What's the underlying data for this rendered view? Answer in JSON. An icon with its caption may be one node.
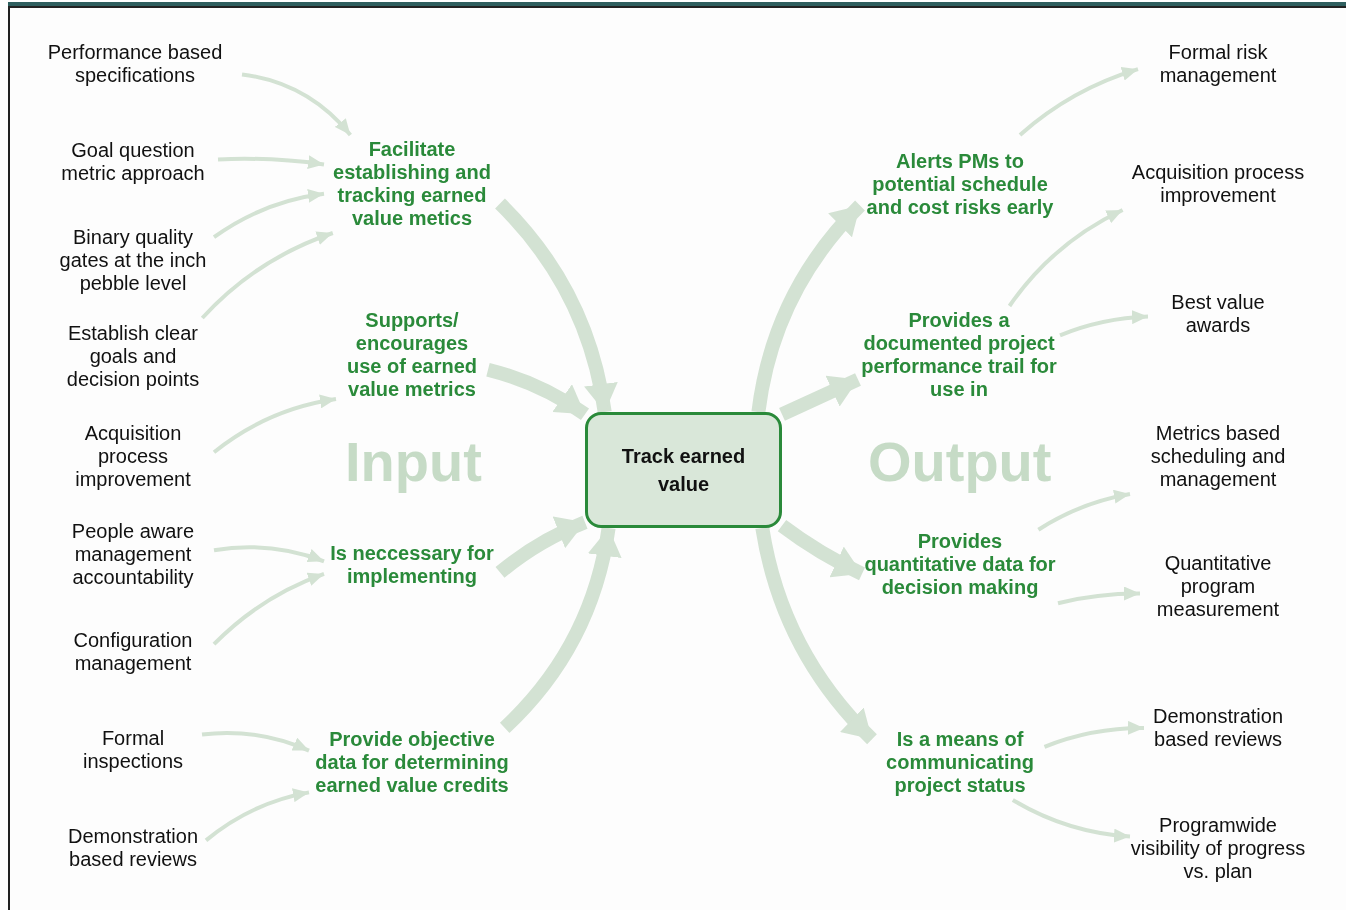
{
  "diagram": {
    "nodes": [
      {
        "text": [
          "Performance based specifications"
        ]
      },
      {
        "text": [
          "Goal question metric approach"
        ]
      },
      {
        "text": [
          "Binary quality gates at the inch pebble level"
        ]
      },
      {
        "text": [
          "Establish clear goals and decision points"
        ]
      },
      {
        "text": [
          "Acquisition process improvement"
        ]
      },
      {
        "text": [
          "People aware management accountability"
        ]
      },
      {
        "text": [
          "Configuration management"
        ]
      },
      {
        "text": [
          "Formal inspections"
        ]
      },
      {
        "text": [
          "Demonstration based reviews"
        ]
      },
      {
        "text": [
          "Facilitate establishing and tracking earned value metics"
        ]
      },
      {
        "text": [
          "Supports/ encourages use of earned value metrics"
        ]
      },
      {
        "text": [
          "Is neccessary for implementing"
        ]
      },
      {
        "text": [
          "Provide objective data for determining earned value credits"
        ]
      },
      {
        "text": [
          "Track earned value"
        ]
      },
      {
        "text": [
          "Alerts PMs to potential schedule and cost risks early"
        ]
      },
      {
        "text": [
          "Provides a documented project performance trail for use in"
        ]
      },
      {
        "text": [
          "Provides quantitative data for decision making"
        ]
      },
      {
        "text": [
          "Is a means of communicating project status"
        ]
      },
      {
        "text": [
          "Formal risk management"
        ]
      },
      {
        "text": [
          "Acquisition process improvement"
        ]
      },
      {
        "text": [
          "Best value awards"
        ]
      },
      {
        "text": [
          "Metrics based scheduling and management"
        ]
      },
      {
        "text": [
          "Quantitative program measurement"
        ]
      },
      {
        "text": [
          "Demonstration based reviews"
        ]
      },
      {
        "text": [
          "Programwide visibility of progress vs. plan"
        ]
      }
    ],
    "edges": [
      {
        "from": 0,
        "to": 9,
        "arrow": "to"
      },
      {
        "from": 1,
        "to": 9,
        "arrow": "to"
      },
      {
        "from": 2,
        "to": 9,
        "arrow": "to"
      },
      {
        "from": 3,
        "to": 9,
        "arrow": "to"
      },
      {
        "from": 4,
        "to": 10,
        "arrow": "to"
      },
      {
        "from": 5,
        "to": 11,
        "arrow": "to"
      },
      {
        "from": 6,
        "to": 11,
        "arrow": "to"
      },
      {
        "from": 7,
        "to": 12,
        "arrow": "to"
      },
      {
        "from": 8,
        "to": 12,
        "arrow": "to"
      },
      {
        "from": 9,
        "to": 13,
        "arrow": "to",
        "style": "thick"
      },
      {
        "from": 10,
        "to": 13,
        "arrow": "to",
        "style": "thick"
      },
      {
        "from": 11,
        "to": 13,
        "arrow": "to",
        "style": "thick"
      },
      {
        "from": 12,
        "to": 13,
        "arrow": "to",
        "style": "thick"
      },
      {
        "from": 13,
        "to": 14,
        "arrow": "to",
        "style": "thick"
      },
      {
        "from": 13,
        "to": 15,
        "arrow": "to",
        "style": "thick"
      },
      {
        "from": 13,
        "to": 16,
        "arrow": "to",
        "style": "thick"
      },
      {
        "from": 13,
        "to": 17,
        "arrow": "to",
        "style": "thick"
      },
      {
        "from": 14,
        "to": 18,
        "arrow": "to"
      },
      {
        "from": 15,
        "to": 19,
        "arrow": "to"
      },
      {
        "from": 15,
        "to": 20,
        "arrow": "to"
      },
      {
        "from": 16,
        "to": 21,
        "arrow": "to"
      },
      {
        "from": 16,
        "to": 22,
        "arrow": "to"
      },
      {
        "from": 17,
        "to": 23,
        "arrow": "to"
      },
      {
        "from": 17,
        "to": 24,
        "arrow": "to"
      }
    ],
    "labels": [
      "Input",
      "Output"
    ]
  }
}
